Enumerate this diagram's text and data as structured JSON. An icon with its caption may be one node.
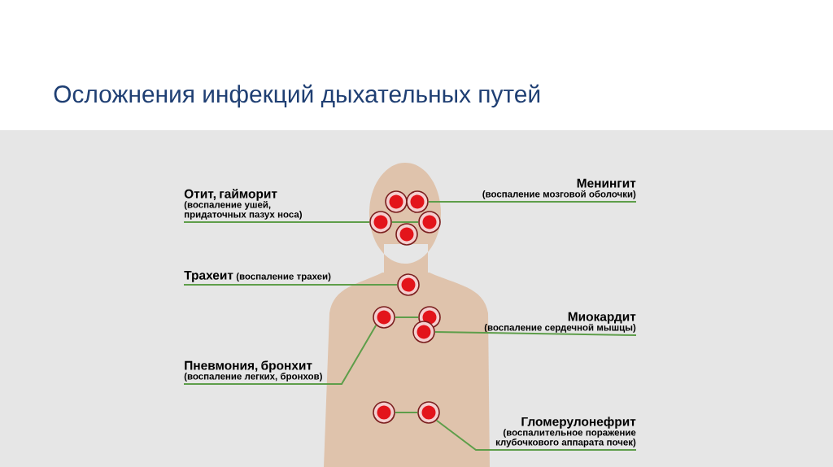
{
  "diagram": {
    "title": "Осложнения инфекций дыхательных путей",
    "nodes": [
      {
        "text": [
          "Отит, гайморит",
          "(воспаление ушей, придаточных пазух носа)"
        ]
      },
      {
        "text": [
          "Менингит",
          "(воспаление мозговой оболочки)"
        ]
      },
      {
        "text": [],
        "shape": "circle"
      },
      {
        "text": [],
        "shape": "circle"
      },
      {
        "text": [],
        "shape": "circle"
      },
      {
        "text": [],
        "shape": "circle"
      },
      {
        "text": [],
        "shape": "circle"
      },
      {
        "text": [
          "Трахеит",
          "(воспаление трахеи)"
        ]
      },
      {
        "text": [],
        "shape": "circle"
      },
      {
        "text": [
          "Миокардит",
          "(воспаление сердечной мышцы)"
        ]
      },
      {
        "text": [],
        "shape": "circle"
      },
      {
        "text": [],
        "shape": "circle"
      },
      {
        "text": [],
        "shape": "circle"
      },
      {
        "text": [
          "Пневмония, бронхит",
          "(воспаление легких, бронхов)"
        ]
      },
      {
        "text": [
          "Гломерулонефрит",
          "(воспалительное поражение клубочкового аппарата почек)"
        ]
      },
      {
        "text": [],
        "shape": "circle"
      },
      {
        "text": [],
        "shape": "circle"
      }
    ],
    "edges": [
      {
        "from": 0,
        "to": 4,
        "arrow": "none"
      },
      {
        "from": 4,
        "to": 6,
        "arrow": "none"
      },
      {
        "from": 1,
        "to": 3,
        "arrow": "none"
      },
      {
        "from": 7,
        "to": 8,
        "arrow": "none"
      },
      {
        "from": 9,
        "to": 12,
        "arrow": "none"
      },
      {
        "from": 13,
        "to": 10,
        "arrow": "none"
      },
      {
        "from": 10,
        "to": 11,
        "arrow": "none"
      },
      {
        "from": 14,
        "to": 16,
        "arrow": "none"
      },
      {
        "from": 15,
        "to": 16,
        "arrow": "none"
      }
    ]
  }
}
